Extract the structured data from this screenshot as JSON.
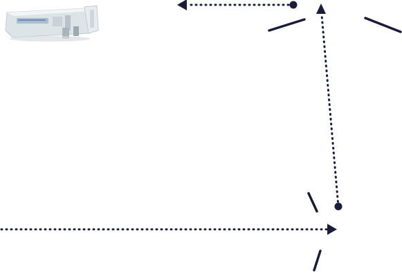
{
  "diagram": {
    "colors": {
      "line": "#1a1d3a",
      "background": "#ffffff",
      "device_body": "#e4eaed",
      "device_shadow": "#b9c2c8",
      "device_accent": "#5f7fa8"
    },
    "thumbnail": {
      "icon": "machine-photo-icon"
    },
    "connectors": [
      {
        "name": "top-connector-arrow",
        "style": "dotted",
        "head": "arrow-left"
      },
      {
        "name": "vertical-connector-arrow",
        "style": "dotted",
        "head": "arrow-up"
      },
      {
        "name": "bottom-connector-arrow",
        "style": "dotted",
        "head": "arrow-right"
      }
    ],
    "tick_marks": [
      "tick-top-left",
      "tick-top-right",
      "tick-bottom-upper",
      "tick-bottom-lower"
    ]
  }
}
